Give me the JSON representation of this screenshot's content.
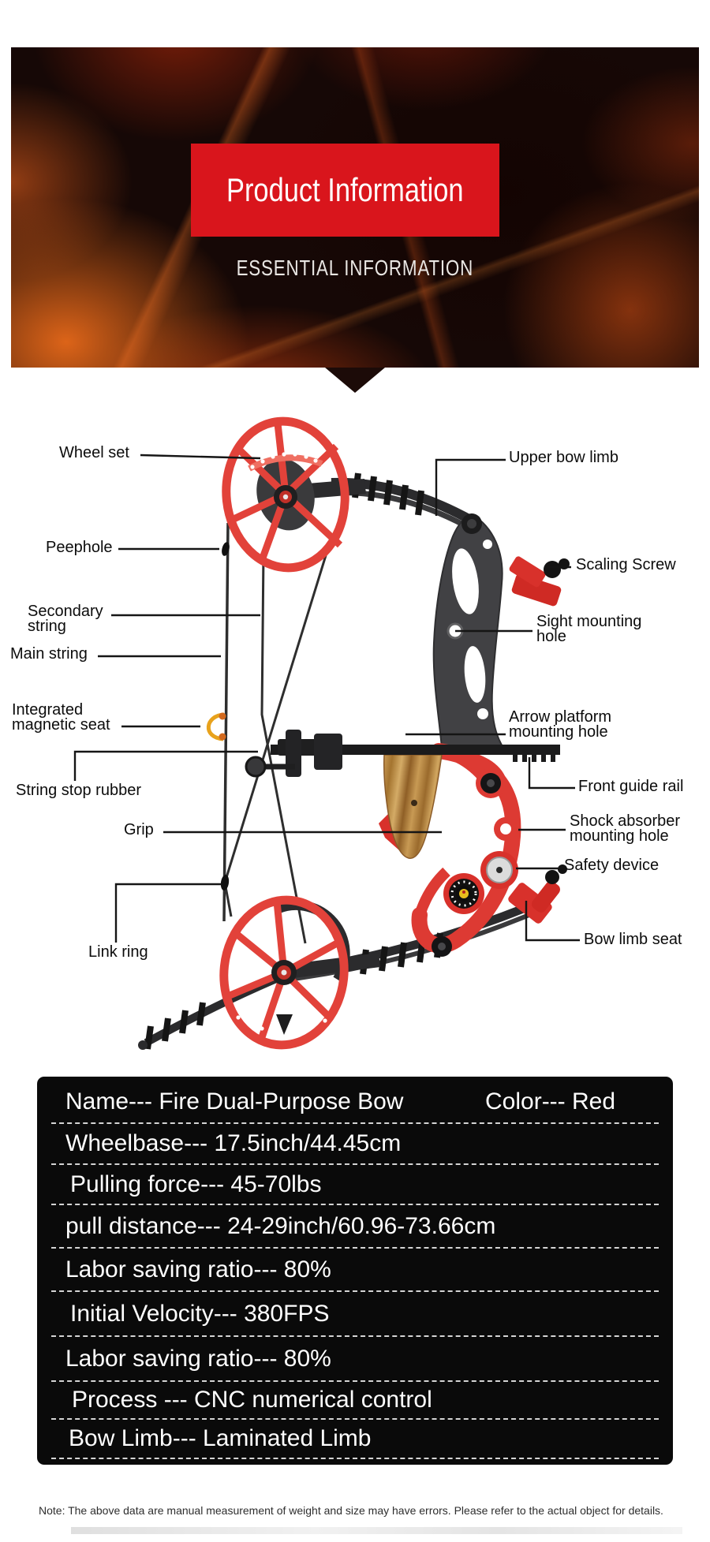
{
  "banner": {
    "title": "Product Information",
    "subtitle": "ESSENTIAL INFORMATION"
  },
  "diagram": {
    "labels": [
      {
        "id": "wheel-set",
        "text": "Wheel set"
      },
      {
        "id": "peephole",
        "text": "Peephole"
      },
      {
        "id": "secondary-string",
        "text": "Secondary\nstring"
      },
      {
        "id": "main-string",
        "text": "Main string"
      },
      {
        "id": "magnetic-seat",
        "text": "Integrated\nmagnetic seat"
      },
      {
        "id": "string-stop",
        "text": "String stop rubber"
      },
      {
        "id": "grip",
        "text": "Grip"
      },
      {
        "id": "link-ring",
        "text": "Link ring"
      },
      {
        "id": "upper-bow-limb",
        "text": "Upper bow limb"
      },
      {
        "id": "scaling-screw",
        "text": "Scaling Screw"
      },
      {
        "id": "sight-mounting-hole",
        "text": "Sight mounting\nhole"
      },
      {
        "id": "arrow-platform-mounting-hole",
        "text": "Arrow platform\nmounting hole"
      },
      {
        "id": "front-guide-rail",
        "text": "Front guide rail"
      },
      {
        "id": "shock-absorber-mounting-hole",
        "text": "Shock absorber\nmounting hole"
      },
      {
        "id": "safety-device",
        "text": "Safety device"
      },
      {
        "id": "bow-limb-seat",
        "text": "Bow limb seat"
      }
    ]
  },
  "specs": {
    "name_row": {
      "name": "Name--- Fire Dual-Purpose Bow",
      "color": "Color--- Red"
    },
    "rows": [
      "Wheelbase--- 17.5inch/44.45cm",
      "Pulling force--- 45-70lbs",
      "pull distance--- 24-29inch/60.96-73.66cm",
      "Labor saving ratio--- 80%",
      "Initial Velocity--- 380FPS",
      "Labor saving ratio--- 80%",
      "Process --- CNC numerical control",
      "Bow Limb--- Laminated Limb"
    ]
  },
  "note": "Note: The above data are manual measurement of weight and size may have errors. Please refer to the actual object for details.",
  "colors": {
    "banner_red": "#d9151c",
    "bow_red": "#e2423a",
    "riser_dark": "#3c3c3e",
    "wood": "#c0924e"
  }
}
